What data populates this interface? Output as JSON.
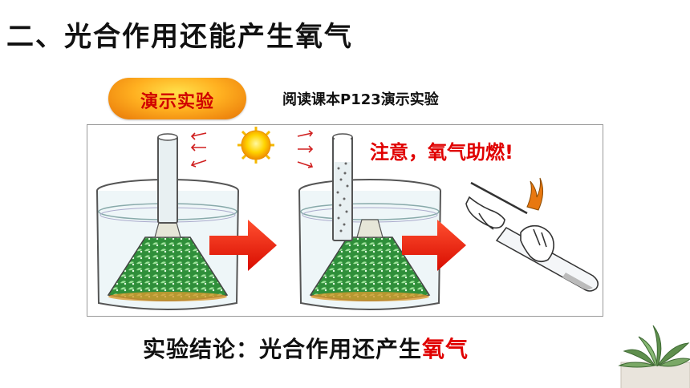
{
  "slide": {
    "title": "二、光合作用还能产生氧气",
    "badge_label": "演示实验",
    "read_instruction": "阅读课本P123演示实验",
    "warning_text": "注意，氧气助燃!",
    "conclusion_prefix": "实验结论：光合作用还产生",
    "conclusion_highlight": "氧气"
  },
  "colors": {
    "title": "#111111",
    "badge_fill": "#f5a01a",
    "badge_text": "#d00000",
    "warning": "#e00000",
    "arrow": "#ee1a10",
    "highlight": "#e00000"
  },
  "icons": [
    "sun-icon",
    "arrow-right-icon",
    "beaker-icon",
    "test-tube-icon",
    "hand-icon",
    "plant-icon"
  ]
}
